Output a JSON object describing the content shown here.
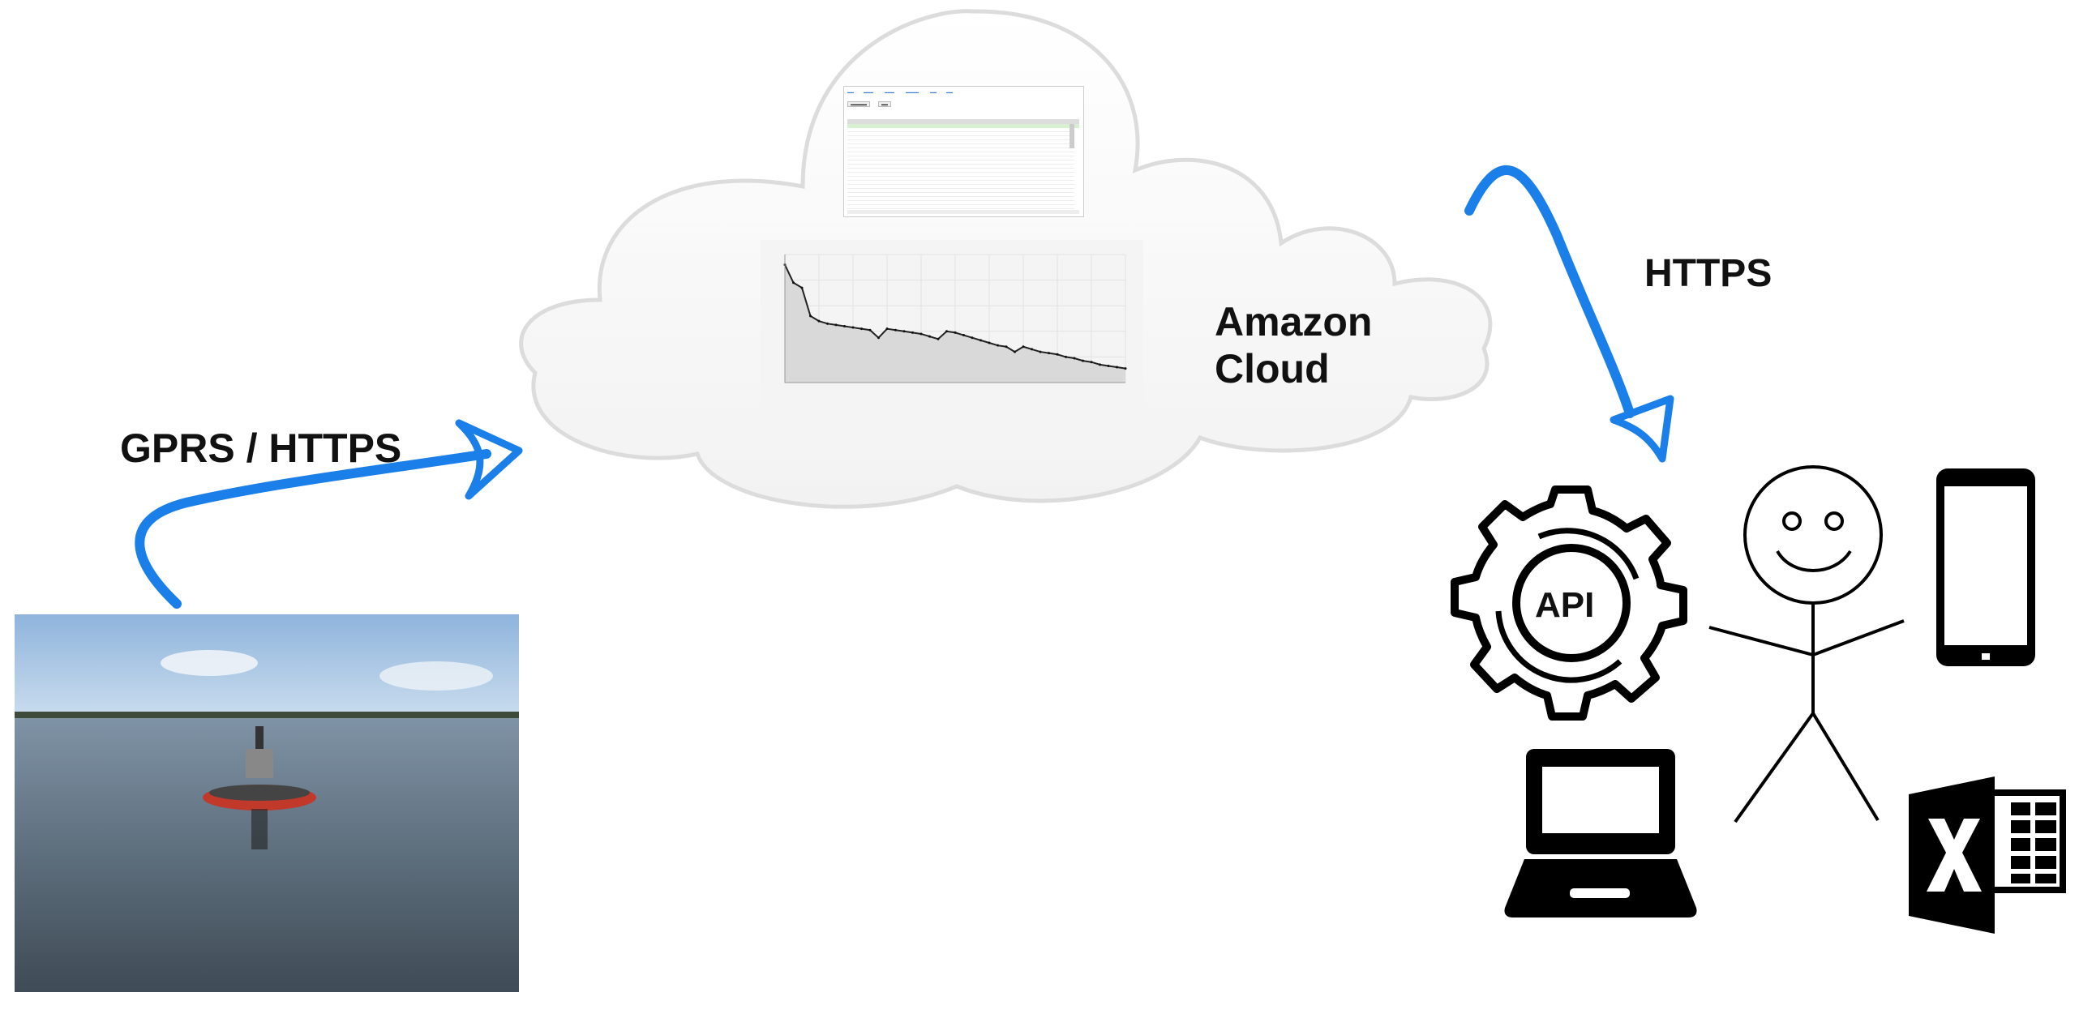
{
  "labels": {
    "gprs": "GPRS / HTTPS",
    "amazon_line1": "Amazon",
    "amazon_line2": "Cloud",
    "https": "HTTPS",
    "api": "API"
  },
  "colors": {
    "arrow": "#1a7fe8",
    "cloud_stroke": "#dcdcdc",
    "icon": "#000000",
    "chart_fill": "#d9d9d9"
  },
  "icons": [
    "gear-api-icon",
    "stick-figure-icon",
    "smartphone-icon",
    "laptop-icon",
    "excel-icon"
  ],
  "chart_data": {
    "type": "area",
    "title": "",
    "xlabel": "",
    "ylabel": "",
    "x": [
      0,
      1,
      2,
      3,
      4,
      5,
      6,
      7,
      8,
      9,
      10,
      11,
      12,
      13,
      14,
      15,
      16,
      17,
      18,
      19,
      20,
      21,
      22,
      23,
      24,
      25,
      26,
      27,
      28,
      29,
      30,
      31,
      32,
      33,
      34,
      35,
      36,
      37,
      38,
      39,
      40
    ],
    "values": [
      0.92,
      0.78,
      0.74,
      0.52,
      0.48,
      0.46,
      0.45,
      0.44,
      0.43,
      0.42,
      0.41,
      0.35,
      0.42,
      0.41,
      0.4,
      0.39,
      0.38,
      0.36,
      0.34,
      0.4,
      0.39,
      0.37,
      0.35,
      0.33,
      0.31,
      0.29,
      0.28,
      0.24,
      0.28,
      0.26,
      0.24,
      0.23,
      0.22,
      0.2,
      0.19,
      0.17,
      0.16,
      0.14,
      0.13,
      0.12,
      0.11
    ],
    "ylim": [
      0,
      1
    ],
    "grid": true
  }
}
